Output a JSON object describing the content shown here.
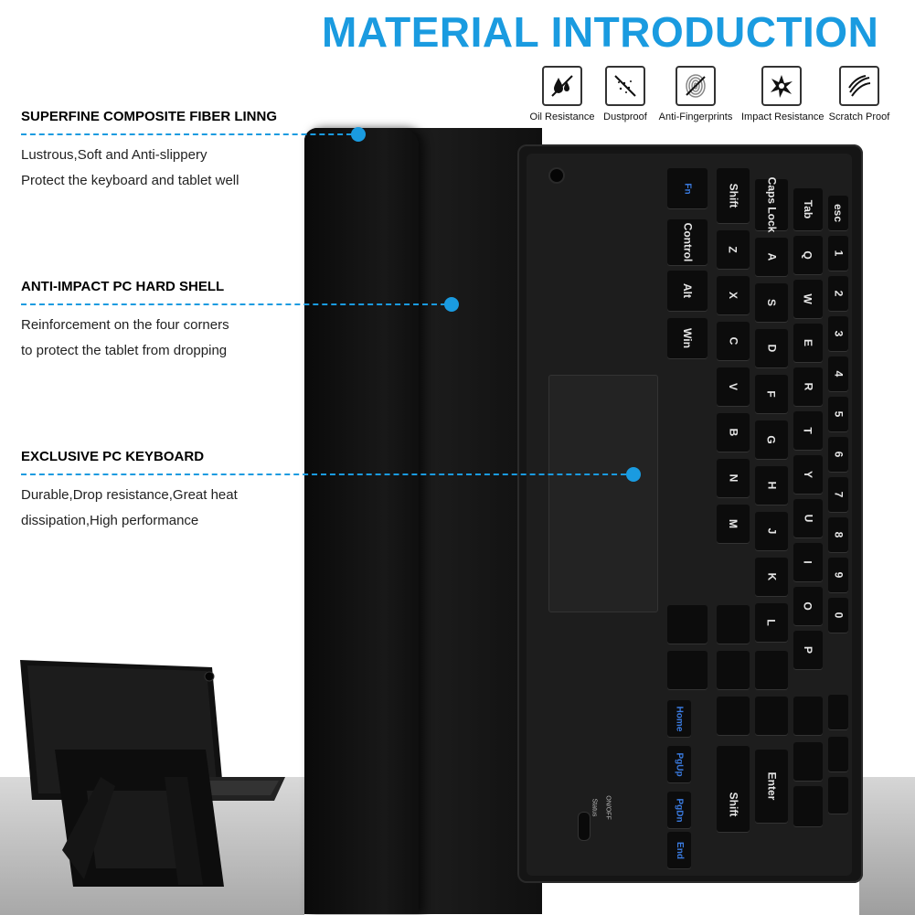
{
  "title": "MATERIAL INTRODUCTION",
  "features": [
    {
      "label": "Oil  Resistance",
      "icon": "oil-drop-icon"
    },
    {
      "label": "Dustproof",
      "icon": "dust-icon"
    },
    {
      "label": "Anti-Fingerprints",
      "icon": "fingerprint-icon"
    },
    {
      "label": "Impact Resistance",
      "icon": "impact-icon"
    },
    {
      "label": "Scratch Proof",
      "icon": "scratch-icon"
    }
  ],
  "sections": [
    {
      "heading": "SUPERFINE COMPOSITE FIBER LINNG",
      "lines": [
        "Lustrous,Soft and Anti-slippery",
        "Protect the keyboard and tablet well"
      ]
    },
    {
      "heading": "ANTI-IMPACT PC HARD SHELL",
      "lines": [
        "Reinforcement on the four corners",
        "to protect the tablet from dropping"
      ]
    },
    {
      "heading": "EXCLUSIVE PC KEYBOARD",
      "lines": [
        "Durable,Drop resistance,Great heat",
        "dissipation,High performance"
      ]
    }
  ],
  "keyboard": {
    "col1": [
      "Fn",
      "Control",
      "Alt",
      "Win"
    ],
    "col2": [
      "Shift",
      "Z",
      "X",
      "C",
      "V",
      "B",
      "N",
      "M"
    ],
    "col3": [
      "Caps Lock",
      "A",
      "S",
      "D",
      "F",
      "G",
      "H",
      "J",
      "K",
      "L"
    ],
    "col4": [
      "Tab",
      "Q",
      "W",
      "E",
      "R",
      "T",
      "Y",
      "U",
      "I",
      "O",
      "P"
    ],
    "col5": [
      "esc",
      "1",
      "2",
      "3",
      "4",
      "5",
      "6",
      "7",
      "8",
      "9",
      "0"
    ],
    "nav": [
      "Home",
      "PgUp",
      "PgDn",
      "End"
    ],
    "right_labels": [
      "Shift",
      "Enter"
    ],
    "status": [
      "Status",
      "ON/OFF"
    ]
  }
}
